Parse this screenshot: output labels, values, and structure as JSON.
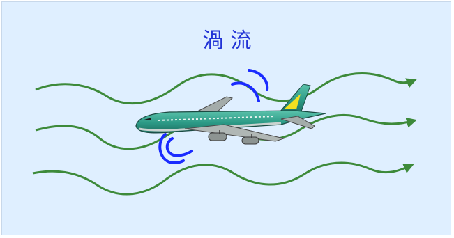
{
  "title": "渦流",
  "colors": {
    "background": "#dfefff",
    "wave": "#3d8a3a",
    "vortex": "#1a2bff",
    "title": "#2233d6",
    "fuselage": "#2c9a86",
    "wing": "#b0b7b5",
    "tail_stripe": "#f2e020"
  },
  "elements": {
    "waves": 3,
    "vortex_marks": 2,
    "airplane": "jet-airliner"
  }
}
